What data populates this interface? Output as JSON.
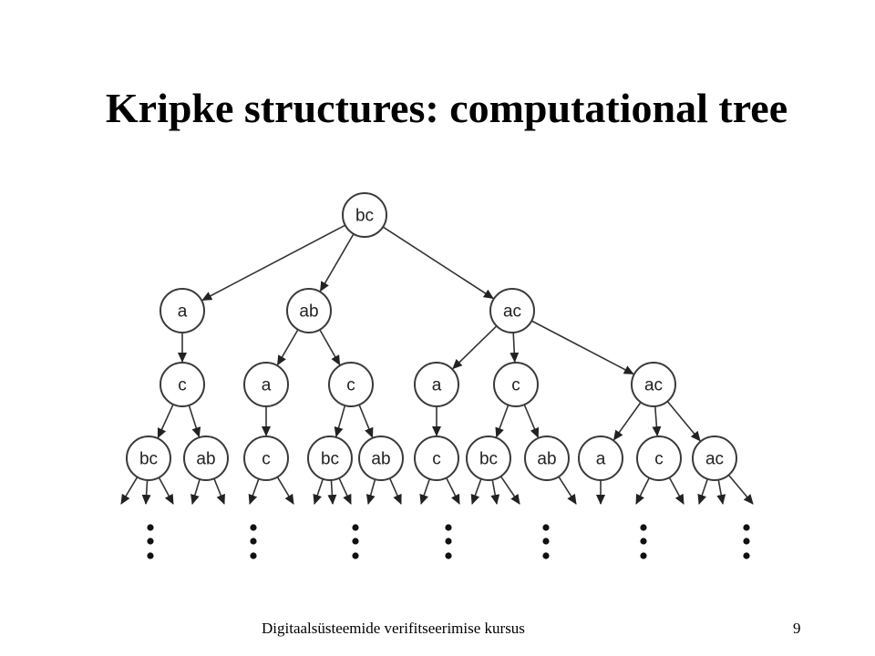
{
  "slide": {
    "title": "Kripke structures: computational tree",
    "footer": "Digitaalsüsteemide verifitseerimise kursus",
    "page_number": "9"
  },
  "tree": {
    "nodes": [
      {
        "id": "n0",
        "label": "bc"
      },
      {
        "id": "n1",
        "label": "a"
      },
      {
        "id": "n2",
        "label": "ab"
      },
      {
        "id": "n3",
        "label": "ac"
      },
      {
        "id": "n4",
        "label": "c"
      },
      {
        "id": "n5",
        "label": "a"
      },
      {
        "id": "n6",
        "label": "c"
      },
      {
        "id": "n7",
        "label": "a"
      },
      {
        "id": "n8",
        "label": "c"
      },
      {
        "id": "n9",
        "label": "ac"
      },
      {
        "id": "n10",
        "label": "bc"
      },
      {
        "id": "n11",
        "label": "ab"
      },
      {
        "id": "n12",
        "label": "c"
      },
      {
        "id": "n13",
        "label": "bc"
      },
      {
        "id": "n14",
        "label": "ab"
      },
      {
        "id": "n15",
        "label": "c"
      },
      {
        "id": "n16",
        "label": "bc"
      },
      {
        "id": "n17",
        "label": "ab"
      },
      {
        "id": "n18",
        "label": "a"
      },
      {
        "id": "n19",
        "label": "c"
      },
      {
        "id": "n20",
        "label": "ac"
      }
    ],
    "edges": [
      [
        "n0",
        "n1"
      ],
      [
        "n0",
        "n2"
      ],
      [
        "n0",
        "n3"
      ],
      [
        "n1",
        "n4"
      ],
      [
        "n2",
        "n5"
      ],
      [
        "n2",
        "n6"
      ],
      [
        "n3",
        "n7"
      ],
      [
        "n3",
        "n8"
      ],
      [
        "n3",
        "n9"
      ],
      [
        "n4",
        "n10"
      ],
      [
        "n4",
        "n11"
      ],
      [
        "n5",
        "n12"
      ],
      [
        "n6",
        "n13"
      ],
      [
        "n6",
        "n14"
      ],
      [
        "n7",
        "n15"
      ],
      [
        "n8",
        "n16"
      ],
      [
        "n8",
        "n17"
      ],
      [
        "n9",
        "n18"
      ],
      [
        "n9",
        "n19"
      ],
      [
        "n9",
        "n20"
      ]
    ]
  }
}
